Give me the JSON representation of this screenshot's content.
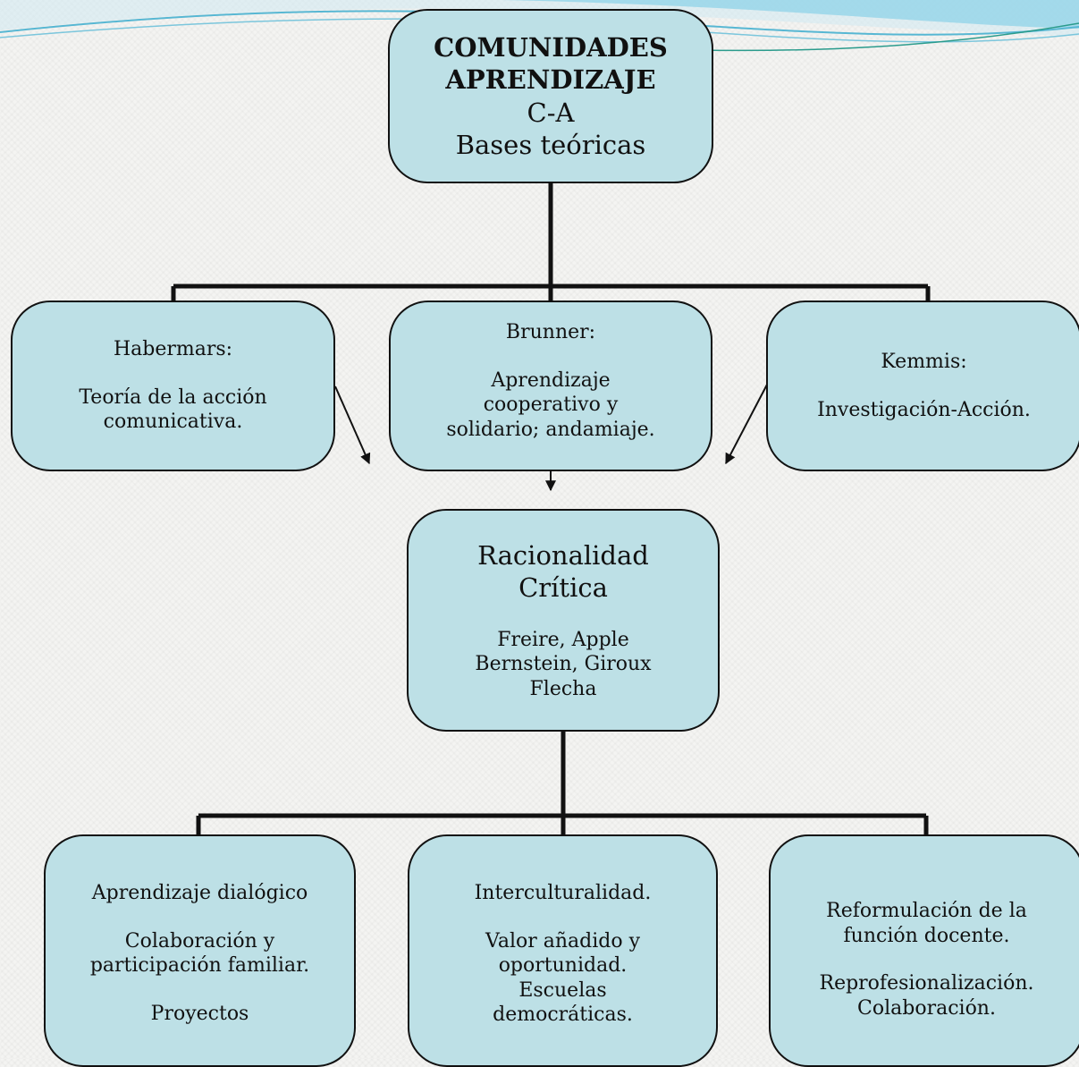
{
  "root": {
    "title": "COMUNIDADES\nAPRENDIZAJE",
    "abbr": "C-A",
    "subtitle": "Bases teóricas"
  },
  "authors": [
    {
      "name": "Habermars:",
      "text": "Teoría de la acción\ncomunicativa."
    },
    {
      "name": "Brunner:",
      "text": "Aprendizaje\ncooperativo y\nsolidario; andamiaje."
    },
    {
      "name": "Kemmis:",
      "text": "Investigación-Acción."
    }
  ],
  "center": {
    "title": "Racionalidad\nCrítica",
    "names": "Freire, Apple\nBernstein, Giroux\nFlecha"
  },
  "outcomes": [
    {
      "line1": "Aprendizaje dialógico",
      "line2": "Colaboración y\nparticipación familiar.",
      "line3": "Proyectos"
    },
    {
      "line1": "Interculturalidad.",
      "line2": "Valor añadido y\noportunidad.\nEscuelas\ndemocráticas."
    },
    {
      "line1": "Reformulación de la\nfunción docente.",
      "line2": "Reprofesionalización.\nColaboración."
    }
  ],
  "colors": {
    "box_fill": "#bde0e6",
    "stroke": "#111111",
    "swoosh": "#8fd3e8"
  }
}
